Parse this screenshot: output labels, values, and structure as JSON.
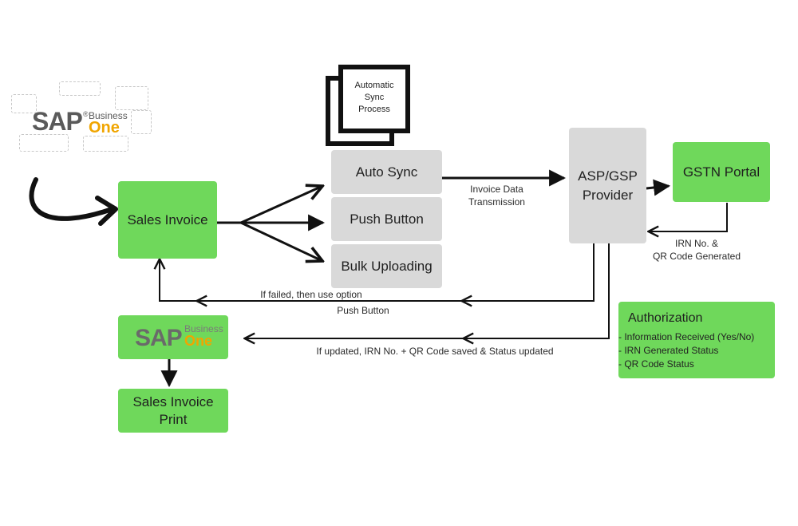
{
  "nodes": {
    "sales_invoice": "Sales Invoice",
    "auto_sync": "Auto Sync",
    "push_button": "Push Button",
    "bulk_uploading": "Bulk Uploading",
    "asp_gsp": "ASP/GSP\nProvider",
    "gstn_portal": "GSTN Portal",
    "sales_invoice_print": "Sales Invoice\nPrint",
    "automatic_sync": "Automatic\nSync\nProcess"
  },
  "labels": {
    "invoice_data": "Invoice Data\nTransmission",
    "irn_generated": "IRN No. &\nQR Code Generated",
    "if_failed": "If failed, then use option",
    "push_button_note": "Push Button",
    "if_updated": "If updated, IRN No. + QR Code saved  & Status updated"
  },
  "authorization": {
    "title": "Authorization",
    "items": [
      "- Information Received (Yes/No)",
      "- IRN Generated Status",
      "- QR Code Status"
    ]
  },
  "logo": {
    "sap": "SAP",
    "business": "Business",
    "one": "One",
    "registered": "®"
  },
  "colors": {
    "green": "#6fd85b",
    "gray": "#d9d9d9",
    "sap_gray": "#5a5a5a",
    "sap_orange": "#f0a500"
  }
}
